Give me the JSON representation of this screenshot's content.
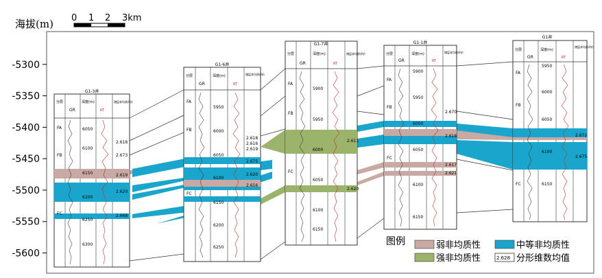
{
  "y_axis": {
    "title": "海拔(m)",
    "ticks": [
      "-5300",
      "-5350",
      "-5400",
      "-5450",
      "-5500",
      "-5550",
      "-5600"
    ],
    "tick_values": [
      -5300,
      -5350,
      -5400,
      -5450,
      -5500,
      -5550,
      -5600
    ],
    "range": [
      -5250,
      -5630
    ]
  },
  "scale_bar": {
    "labels": [
      "0",
      "1",
      "2",
      "3km"
    ]
  },
  "colors": {
    "weak": "#c9a9a3",
    "medium": "#1aa6cc",
    "strong": "#9bb36b",
    "panel_line": "#333333"
  },
  "wells": [
    {
      "name": "G1-3井",
      "headers": [
        "分层",
        "GR",
        "深度(m)",
        "RT",
        "储层非均质评价"
      ],
      "zones": [
        "FA",
        "FB",
        "FC"
      ],
      "depths": [
        "6050",
        "6100",
        "6150",
        "6200",
        "6250",
        "6300"
      ],
      "fractal_values": [
        "2.618",
        "2.673",
        "2.619",
        "2.620",
        "2.668"
      ]
    },
    {
      "name": "G1-6井",
      "headers": [
        "分层",
        "GR",
        "深度(m)",
        "RT",
        "储层非均质评价"
      ],
      "zones": [
        "FA",
        "FB",
        "FC"
      ],
      "depths": [
        "5950",
        "6000",
        "6050",
        "6100",
        "6150",
        "6200",
        "6250"
      ],
      "fractal_values": [
        "2.618",
        "2.616",
        "2.619",
        "2.675",
        "2.620",
        "2.616"
      ]
    },
    {
      "name": "G1-7井",
      "headers": [
        "分层",
        "GR",
        "深度(m)",
        "RT",
        "储层非均质评价"
      ],
      "zones": [
        "FA",
        "FB",
        "FC"
      ],
      "depths": [
        "5900",
        "5950",
        "6000",
        "6050",
        "6100",
        "6150"
      ],
      "fractal_values": [
        "2.611",
        "2.620"
      ]
    },
    {
      "name": "G1-1井",
      "headers": [
        "分层",
        "GR",
        "深度(m)",
        "RT",
        "储层非均质评价"
      ],
      "zones": [
        "FA",
        "FB",
        "FC"
      ],
      "depths": [
        "5900",
        "5950",
        "6000",
        "6050",
        "6100",
        "6150"
      ],
      "fractal_values": [
        "2.670",
        "2.618",
        "2.617",
        "2.621"
      ]
    },
    {
      "name": "G1井",
      "headers": [
        "分层",
        "GR",
        "深度(m)",
        "RT",
        "储层非均质评价"
      ],
      "zones": [
        "FA",
        "FB",
        "FC"
      ],
      "depths": [
        "5950",
        "6000",
        "6050",
        "6100",
        "6150"
      ],
      "fractal_values": [
        "2.672",
        "2.675"
      ]
    }
  ],
  "legend": {
    "title": "图例",
    "items": [
      {
        "label": "弱非均质性",
        "color_key": "weak"
      },
      {
        "label": "中等非均质性",
        "color_key": "medium"
      },
      {
        "label": "强非均质性",
        "color_key": "strong"
      },
      {
        "label": "分形维数均值",
        "swatch_text": "2.628"
      }
    ]
  }
}
